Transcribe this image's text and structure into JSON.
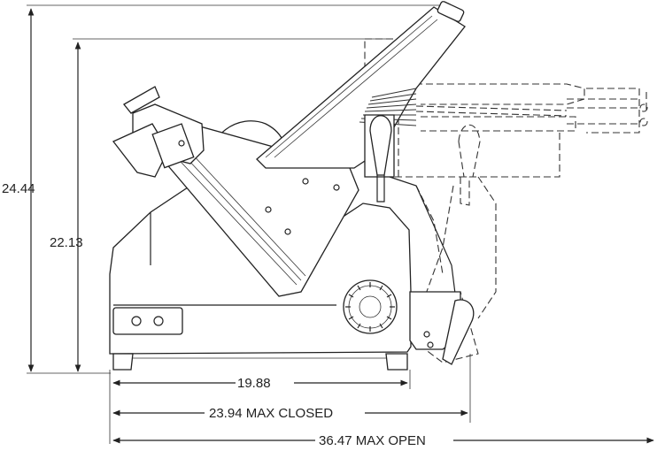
{
  "dimensions": {
    "height_total": "24.44",
    "height_closed": "22.13",
    "base_width": "19.88",
    "max_closed": "23.94 MAX CLOSED",
    "max_open": "36.47 MAX OPEN"
  },
  "colors": {
    "line": "#222222",
    "background": "#ffffff"
  }
}
